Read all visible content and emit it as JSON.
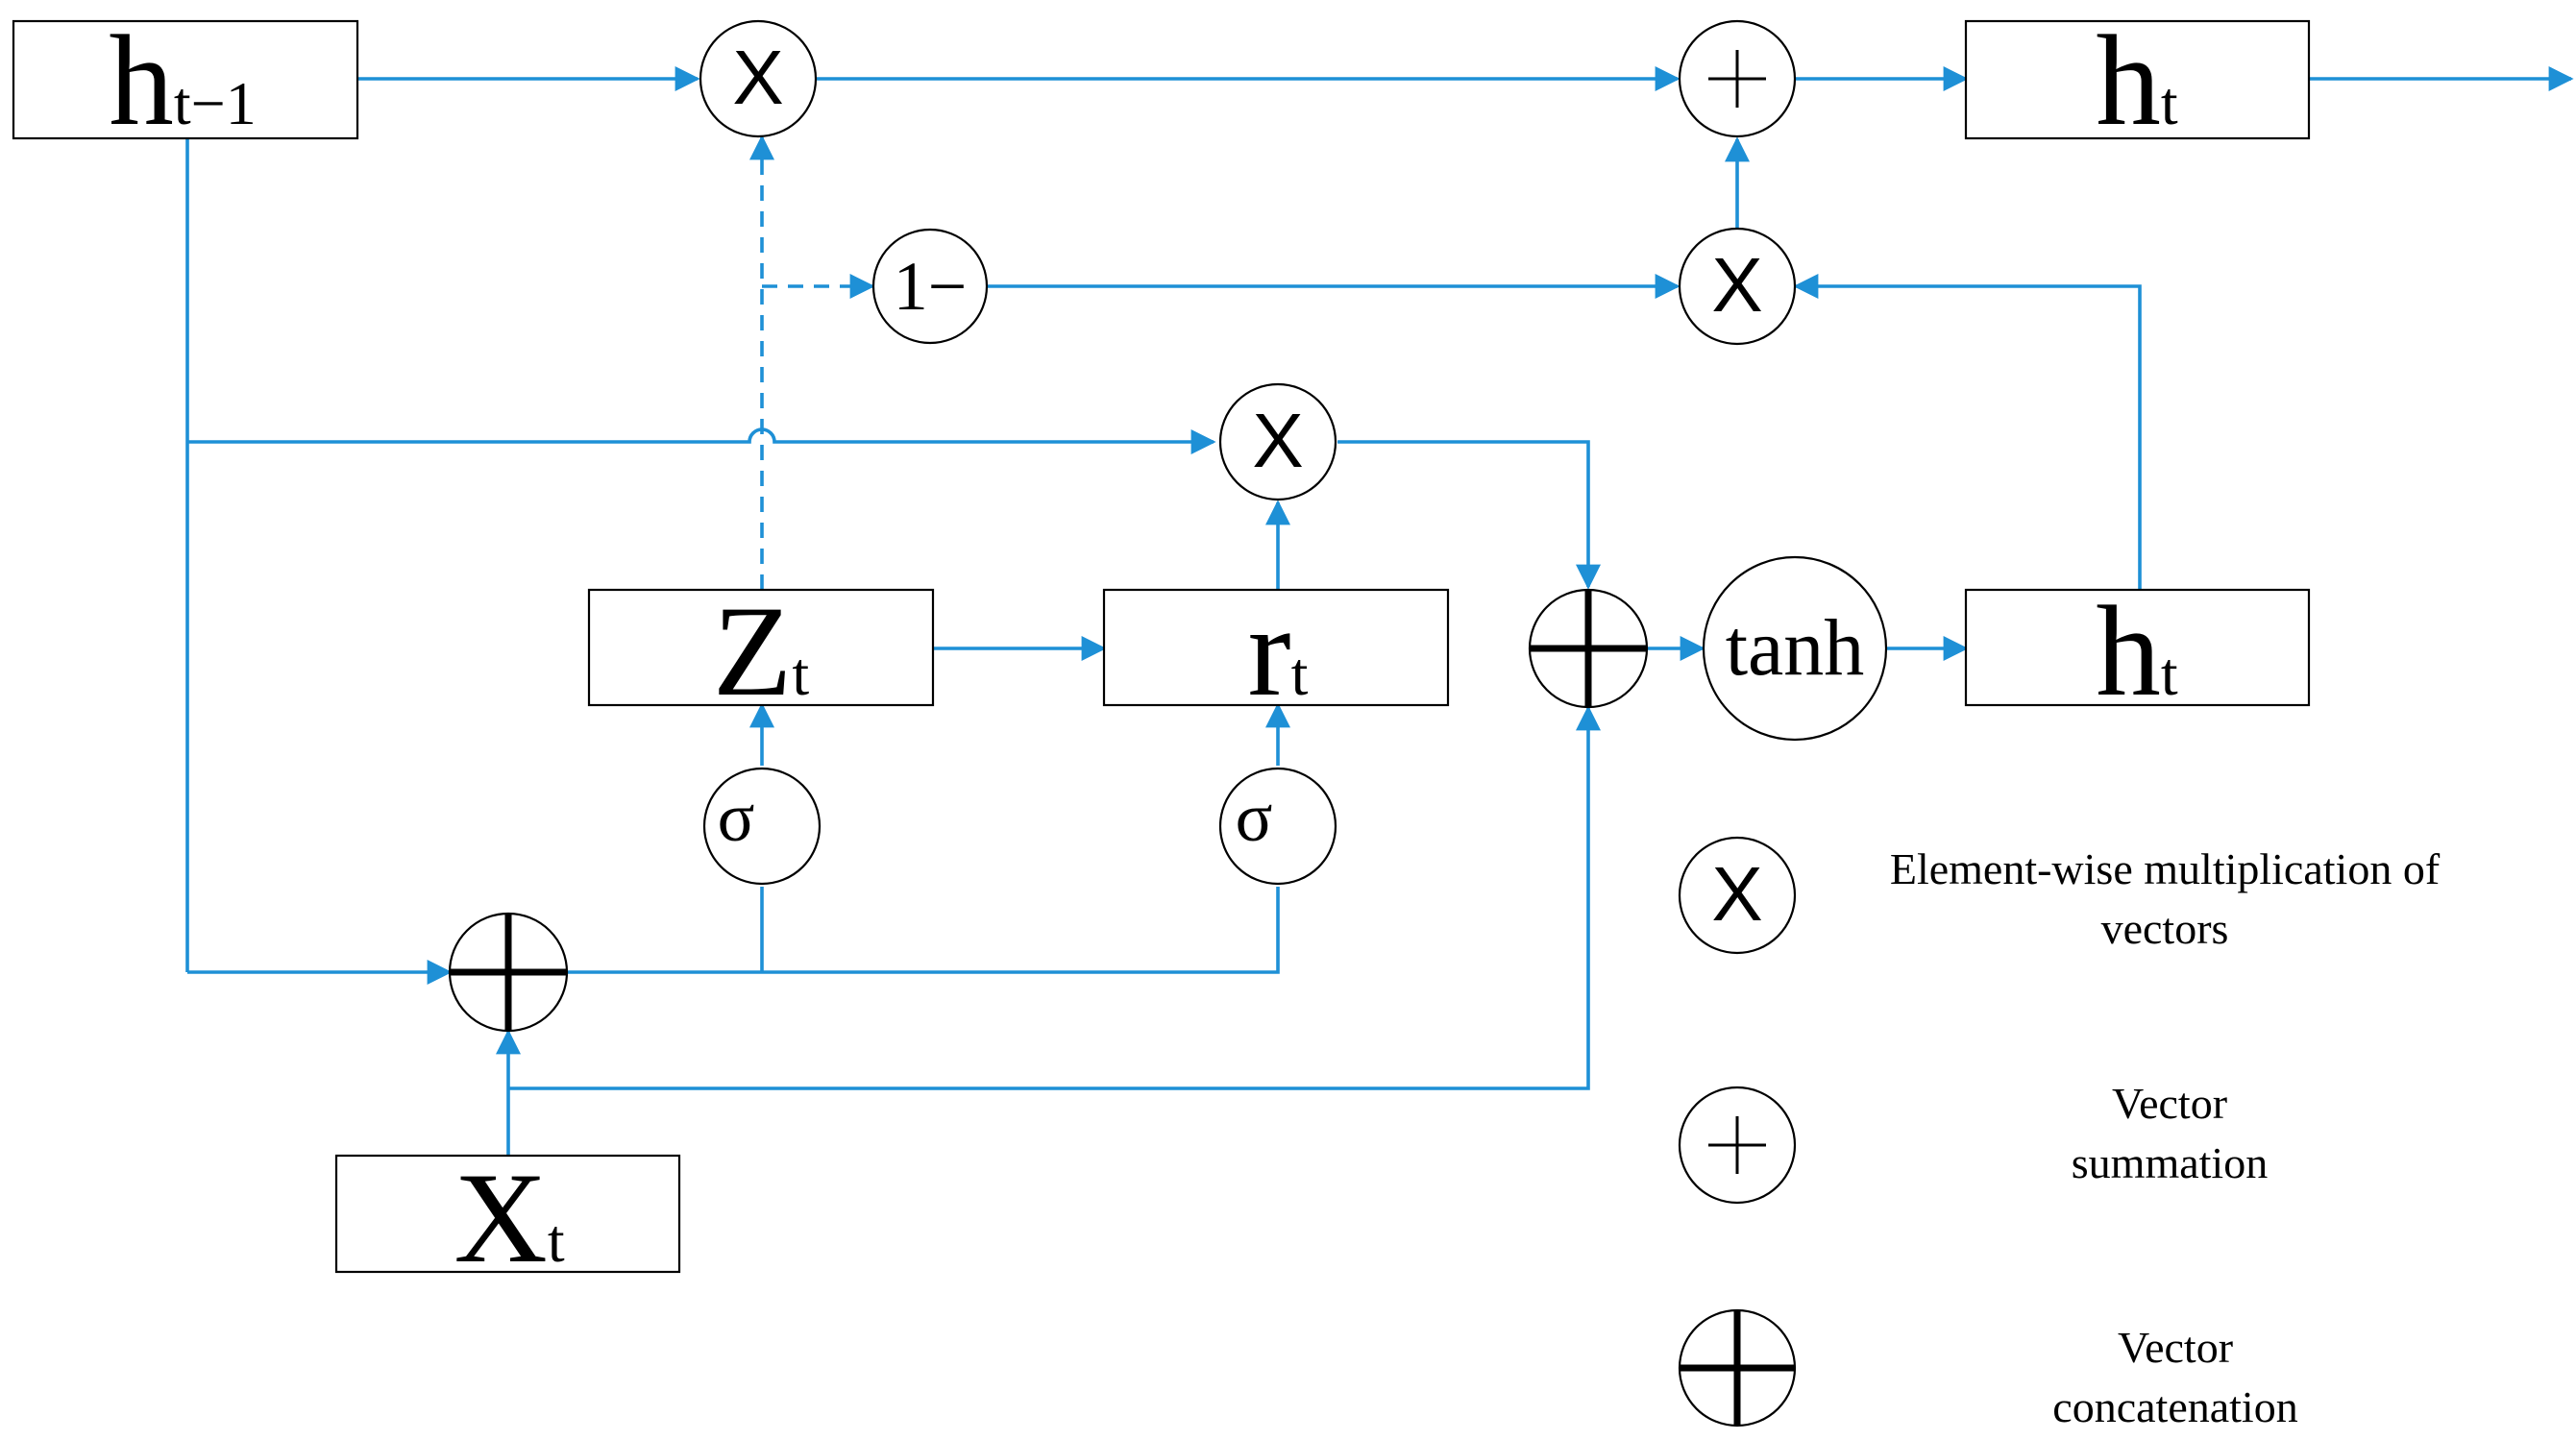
{
  "colors": {
    "wire": "#1e90d6",
    "ink": "#000000",
    "background": "#ffffff"
  },
  "blocks": {
    "h_prev": {
      "base": "h",
      "sub": "t−1"
    },
    "h_out": {
      "base": "h",
      "sub": "t"
    },
    "z_gate": {
      "base": "Z",
      "sub": "t"
    },
    "r_gate": {
      "base": "r",
      "sub": "t"
    },
    "h_cand": {
      "base": "h",
      "sub": "t"
    },
    "x_in": {
      "base": "X",
      "sub": "t"
    }
  },
  "ops": {
    "multiply": "X",
    "one_minus": "1−",
    "tanh": "tanh",
    "sigma": "σ"
  },
  "legend": {
    "multiply": {
      "symbol": "X",
      "text": [
        "Element-wise multiplication of",
        "vectors"
      ]
    },
    "summation": {
      "text": [
        "Vector",
        "summation"
      ]
    },
    "concatenation": {
      "text": [
        "Vector",
        "concatenation"
      ]
    }
  }
}
